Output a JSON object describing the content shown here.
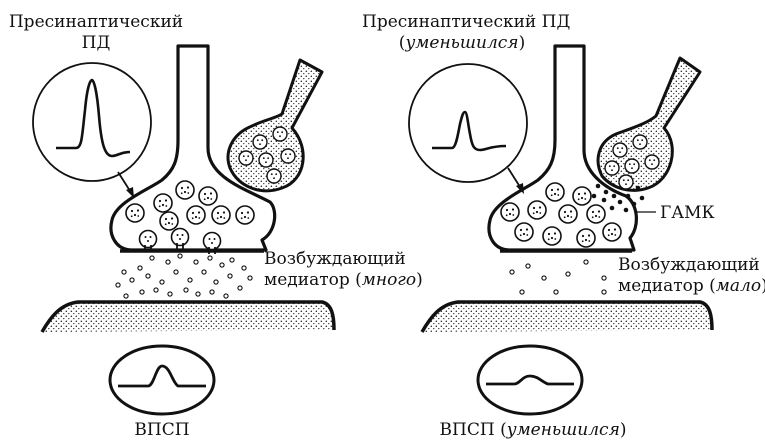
{
  "left": {
    "presynaptic_line1": "Пресинаптический",
    "presynaptic_line2": "ПД",
    "mediator_line1": "Возбуждающий",
    "mediator_prefix": "медиатор (",
    "mediator_amount": "много",
    "mediator_suffix": ")",
    "epsp": "ВПСП"
  },
  "right": {
    "presynaptic_line1": "Пресинаптический ПД",
    "presynaptic_line2_open": "(",
    "presynaptic_line2_italic": "уменьшился",
    "presynaptic_line2_close": ")",
    "gaba": "ГАМК",
    "mediator_line1": "Возбуждающий",
    "mediator_prefix": "медиатор (",
    "mediator_amount": "мало",
    "mediator_suffix": ")",
    "epsp_prefix": "ВПСП (",
    "epsp_italic": "уменьшился",
    "epsp_suffix": ")"
  }
}
